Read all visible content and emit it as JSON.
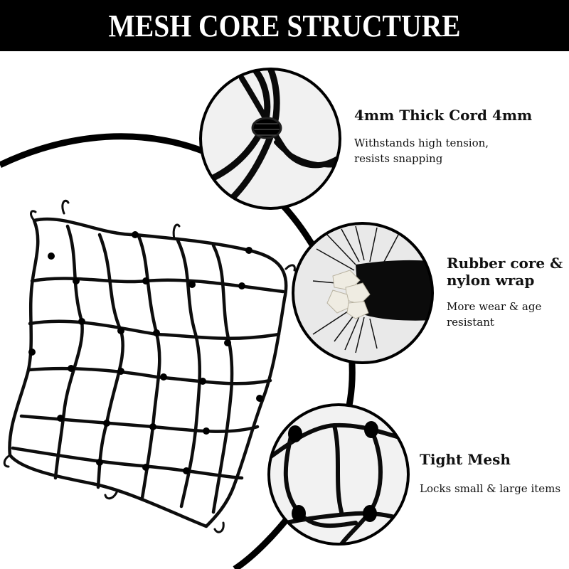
{
  "header": {
    "title": "MESH CORE STRUCTURE"
  },
  "features": [
    {
      "title": "4mm Thick Cord 4mm",
      "description": "Withstands high tension, resists snapping"
    },
    {
      "title": "Rubber core & nylon wrap",
      "description": "More wear & age resistant"
    },
    {
      "title": "Tight Mesh",
      "description": "Locks small & large items"
    }
  ],
  "colors": {
    "header_bg": "#000000",
    "header_text": "#ffffff",
    "cord": "#0d0d0d",
    "background": "#ffffff"
  }
}
